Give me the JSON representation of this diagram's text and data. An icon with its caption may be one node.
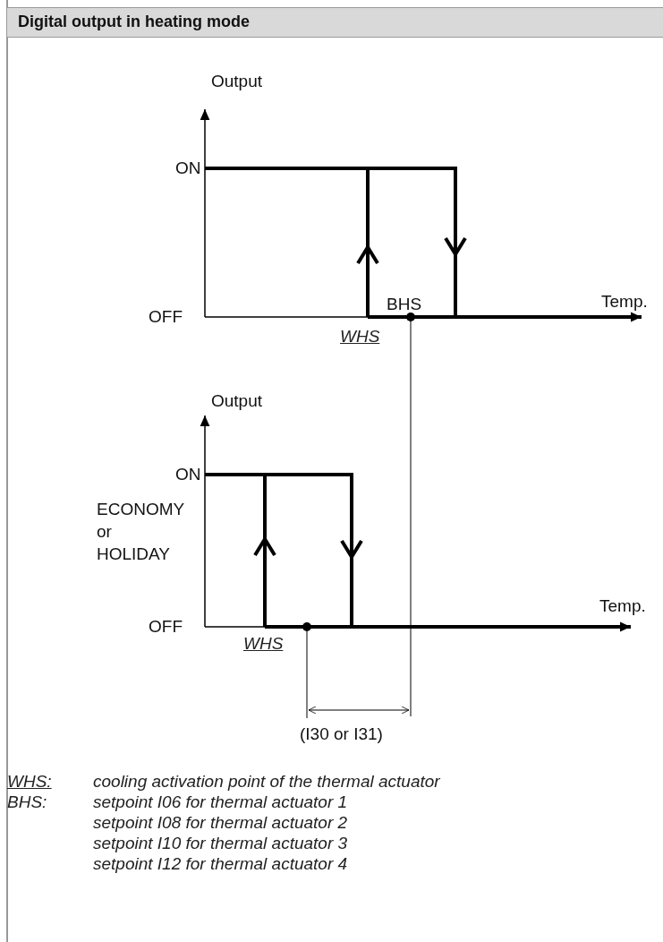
{
  "diagram": {
    "title": "Digital output in heating mode",
    "labels": [
      "Output",
      "ON",
      "BHS",
      "Temp.",
      "OFF",
      "WHS",
      "Output",
      "ON",
      "ECONOMY or HOLIDAY",
      "Temp.",
      "OFF",
      "WHS",
      "(I30 or I31)",
      "WHS:",
      "cooling activation point of the thermal actuator",
      "BHS:",
      "setpoint I06 for thermal actuator 1",
      "setpoint I08 for thermal actuator 2",
      "setpoint I10 for thermal actuator 3",
      "setpoint I12 for thermal actuator 4"
    ]
  }
}
